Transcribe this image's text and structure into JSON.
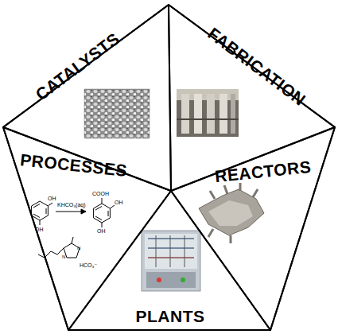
{
  "diagram": {
    "nodes": [
      {
        "text": [
          "CATALYSTS"
        ]
      },
      {
        "text": [
          "FABRICATION"
        ]
      },
      {
        "text": [
          "PROCESSES"
        ]
      },
      {
        "text": [
          "REACTORS"
        ]
      },
      {
        "text": [
          "PLANTS"
        ]
      }
    ],
    "labels": [
      "OH",
      "KHCO₃(aq)",
      "COOH",
      "OH",
      "OH",
      "OH",
      "N",
      "N",
      "HCO₃⁻"
    ]
  }
}
